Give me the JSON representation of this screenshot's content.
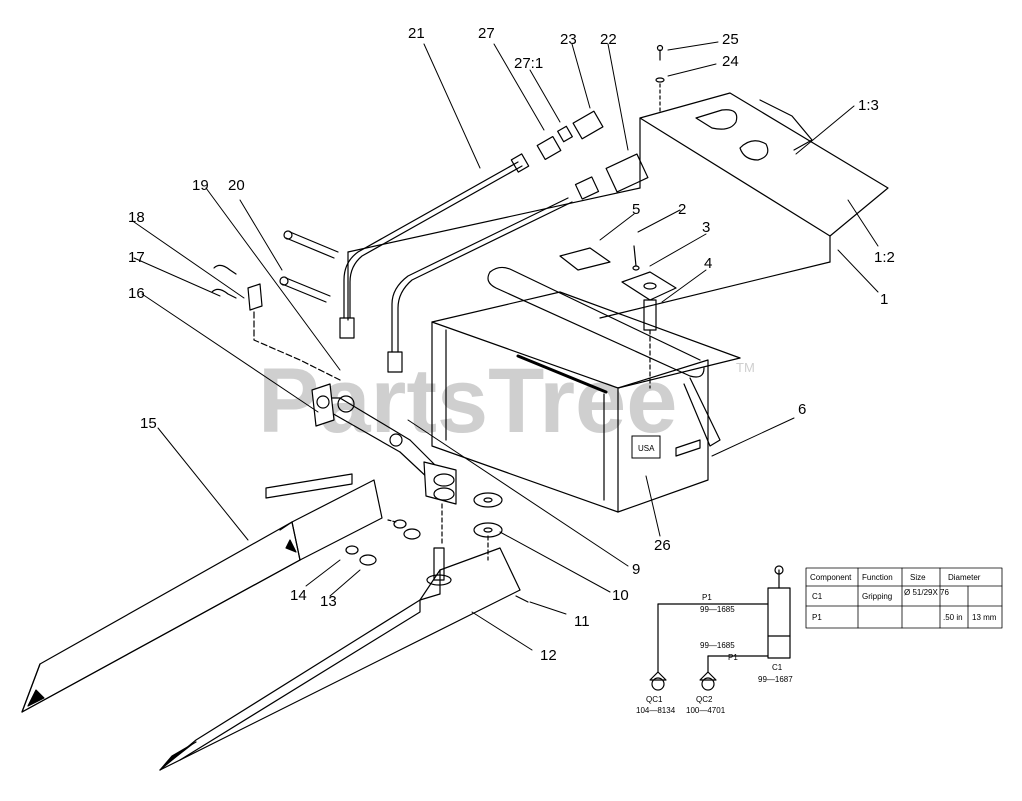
{
  "watermark": {
    "text": "PartsTree",
    "tm": "TM"
  },
  "callouts": [
    "21",
    "27",
    "27:1",
    "23",
    "22",
    "25",
    "24",
    "1:3",
    "19",
    "20",
    "18",
    "17",
    "16",
    "5",
    "2",
    "3",
    "4",
    "1:2",
    "1",
    "15",
    "6",
    "26",
    "9",
    "10",
    "14",
    "13",
    "11",
    "12"
  ],
  "decal_text": "USA",
  "schematic": {
    "p1_top": "P1",
    "p1_top_part": "99—1685",
    "p1_bot_part": "99—1685",
    "p1_bot": "P1",
    "c1": "C1",
    "c1_part": "99—1687",
    "qc1": "QC1",
    "qc1_part": "104—8134",
    "qc2": "QC2",
    "qc2_part": "100—4701"
  },
  "spec_table": {
    "headers": [
      "Component",
      "Function",
      "Size",
      "Diameter"
    ],
    "rows": [
      [
        "C1",
        "Gripping",
        "Ø 51/29X 76",
        "",
        ""
      ],
      [
        "P1",
        "",
        "",
        ".50 in",
        "13 mm"
      ]
    ]
  }
}
